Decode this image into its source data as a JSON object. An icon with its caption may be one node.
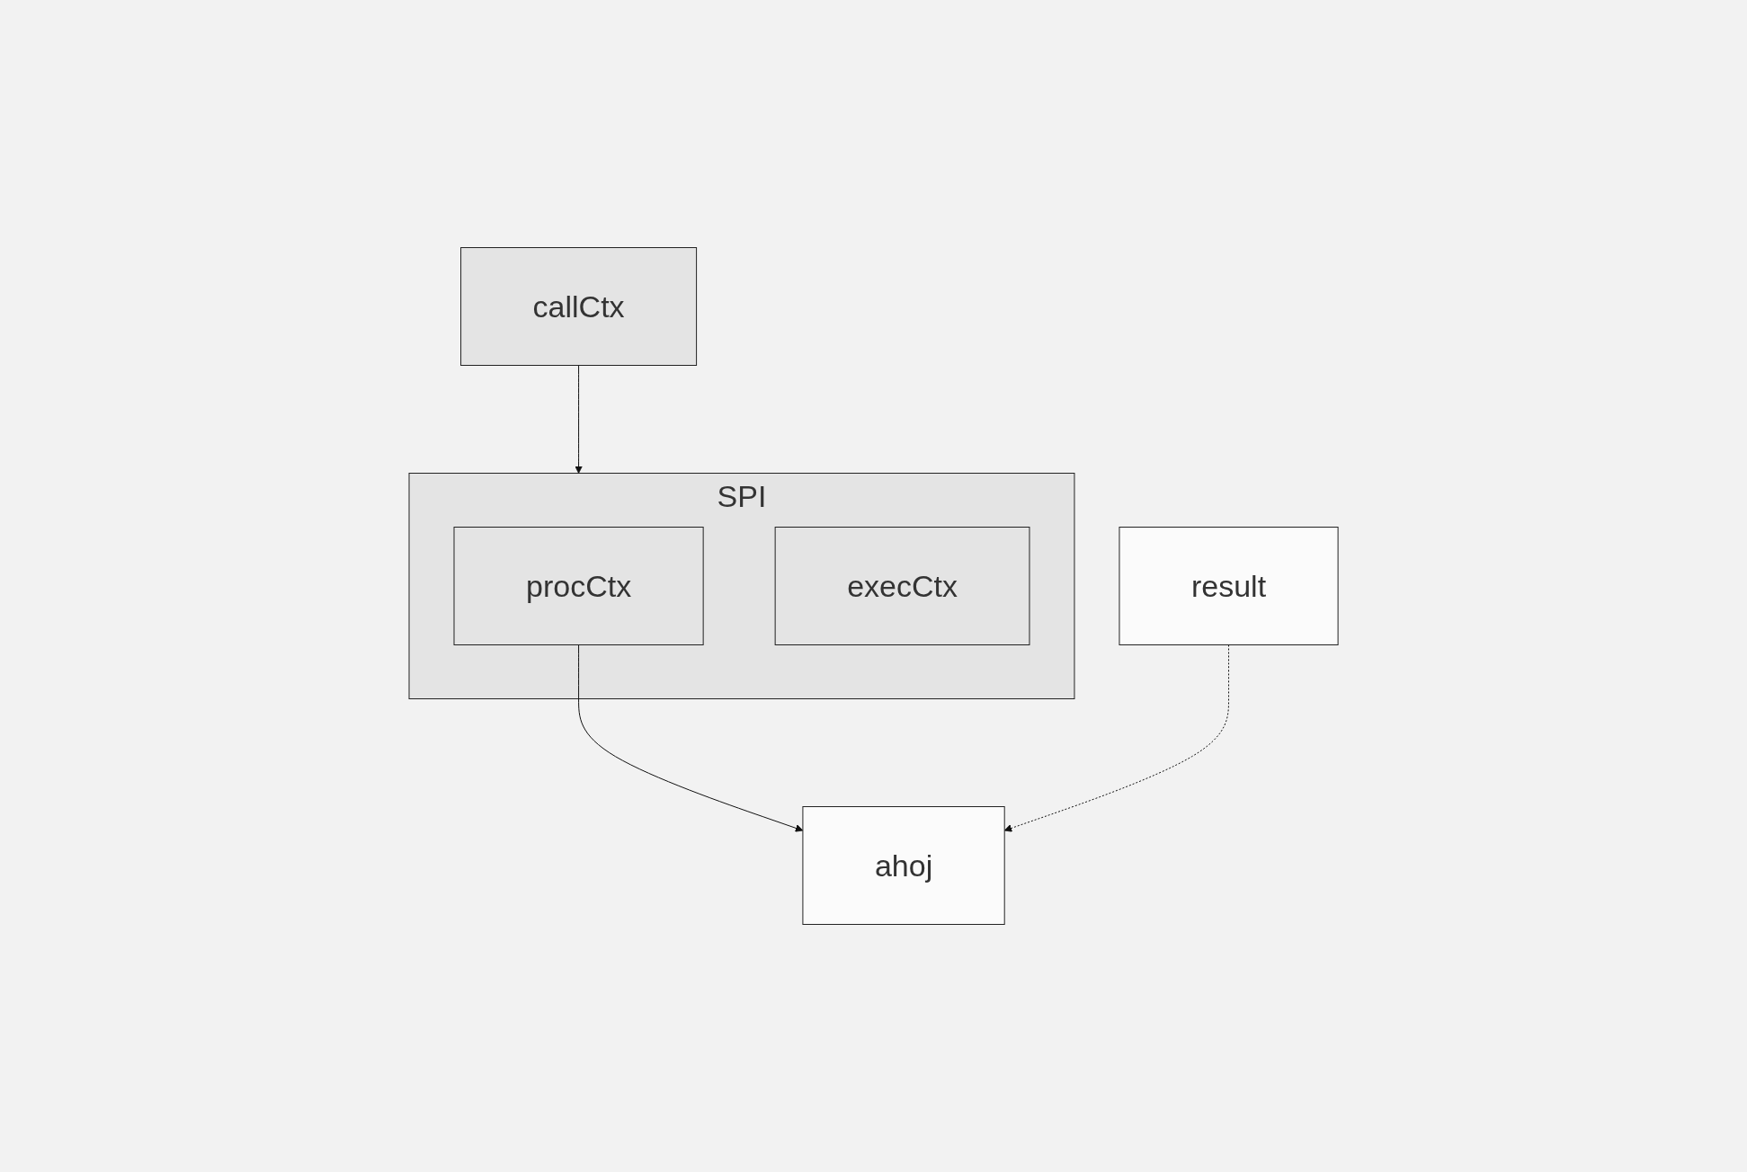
{
  "diagram": {
    "nodes": [
      {
        "text": [
          "callCtx"
        ]
      },
      {
        "text": [
          "SPI"
        ]
      },
      {
        "text": [
          "procCtx"
        ],
        "in": 1
      },
      {
        "text": [
          "execCtx"
        ],
        "in": 1
      },
      {
        "text": [
          "ahoj"
        ]
      },
      {
        "text": [
          "result"
        ]
      }
    ],
    "edges": [
      {
        "from": 0,
        "to": 1,
        "arrow": "to"
      },
      {
        "from": 2,
        "to": 4,
        "arrow": "to"
      },
      {
        "from": 5,
        "to": 4,
        "arrow": "to",
        "style": "dashed"
      }
    ]
  }
}
